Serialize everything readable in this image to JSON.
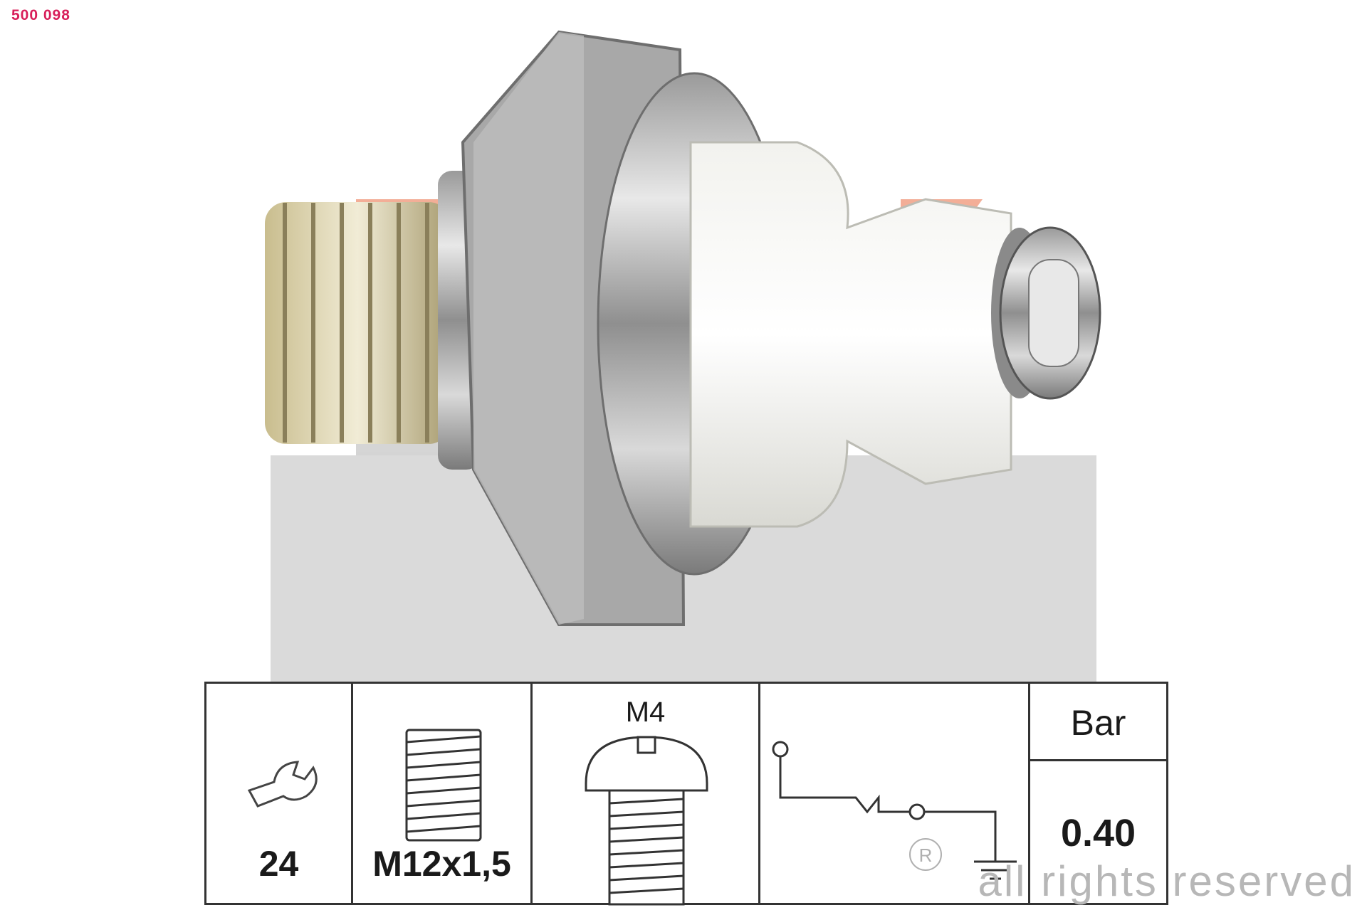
{
  "part_number": "500 098",
  "spec_table": {
    "wrench_size": "24",
    "thread": "M12x1,5",
    "terminal_screw": "M4",
    "pressure_unit": "Bar",
    "pressure_value": "0.40"
  },
  "watermark": "all rights reserved",
  "icons": [
    "wrench-icon",
    "thread-icon",
    "screw-icon",
    "switch-schematic-icon",
    "registered-icon"
  ],
  "colors": {
    "accent": "#d81f5a",
    "border": "#333333",
    "logo_salmon": "#f2a58c",
    "logo_grey": "#dcdcdc"
  }
}
